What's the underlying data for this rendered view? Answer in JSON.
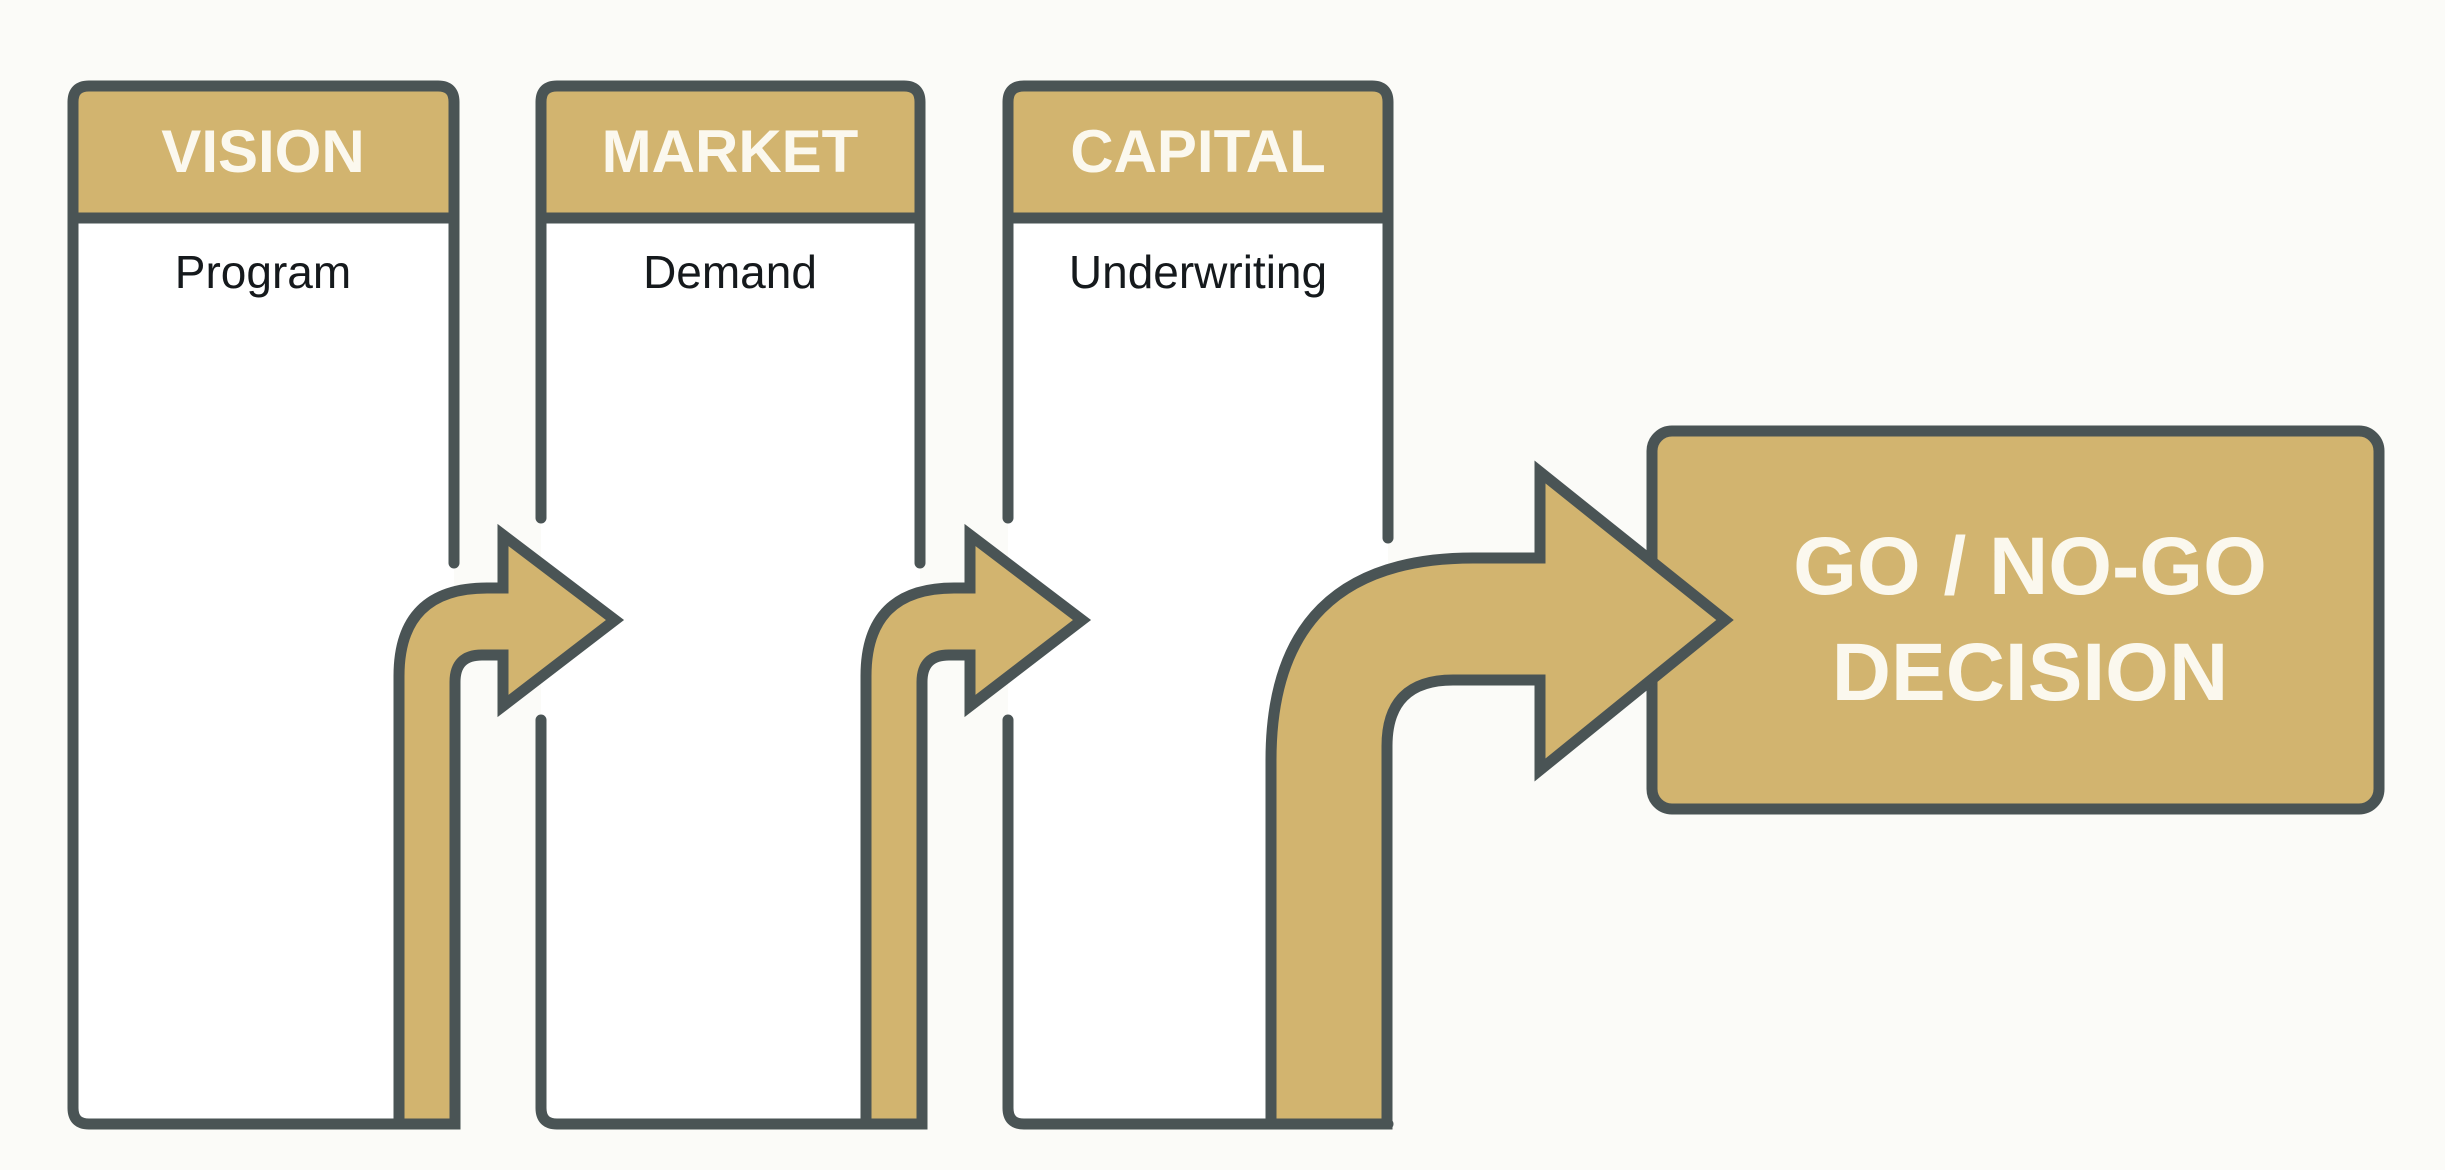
{
  "colors": {
    "background": "#fbfbf8",
    "gold": "#d2b46f",
    "border": "#4a5455",
    "header_text": "#fbf8ee",
    "body_text": "#15191c",
    "panel_fill": "#ffffff"
  },
  "stages": [
    {
      "title": "VISION",
      "subtitle": "Program"
    },
    {
      "title": "MARKET",
      "subtitle": "Demand"
    },
    {
      "title": "CAPITAL",
      "subtitle": "Underwriting"
    }
  ],
  "decision": {
    "line1": "GO / NO-GO",
    "line2": "DECISION"
  },
  "arrows": [
    {
      "from": "VISION",
      "to": "MARKET",
      "icon": "curved-right-arrow-icon"
    },
    {
      "from": "MARKET",
      "to": "CAPITAL",
      "icon": "curved-right-arrow-icon"
    },
    {
      "from": "CAPITAL",
      "to": "GO / NO-GO DECISION",
      "icon": "curved-right-arrow-icon"
    }
  ]
}
